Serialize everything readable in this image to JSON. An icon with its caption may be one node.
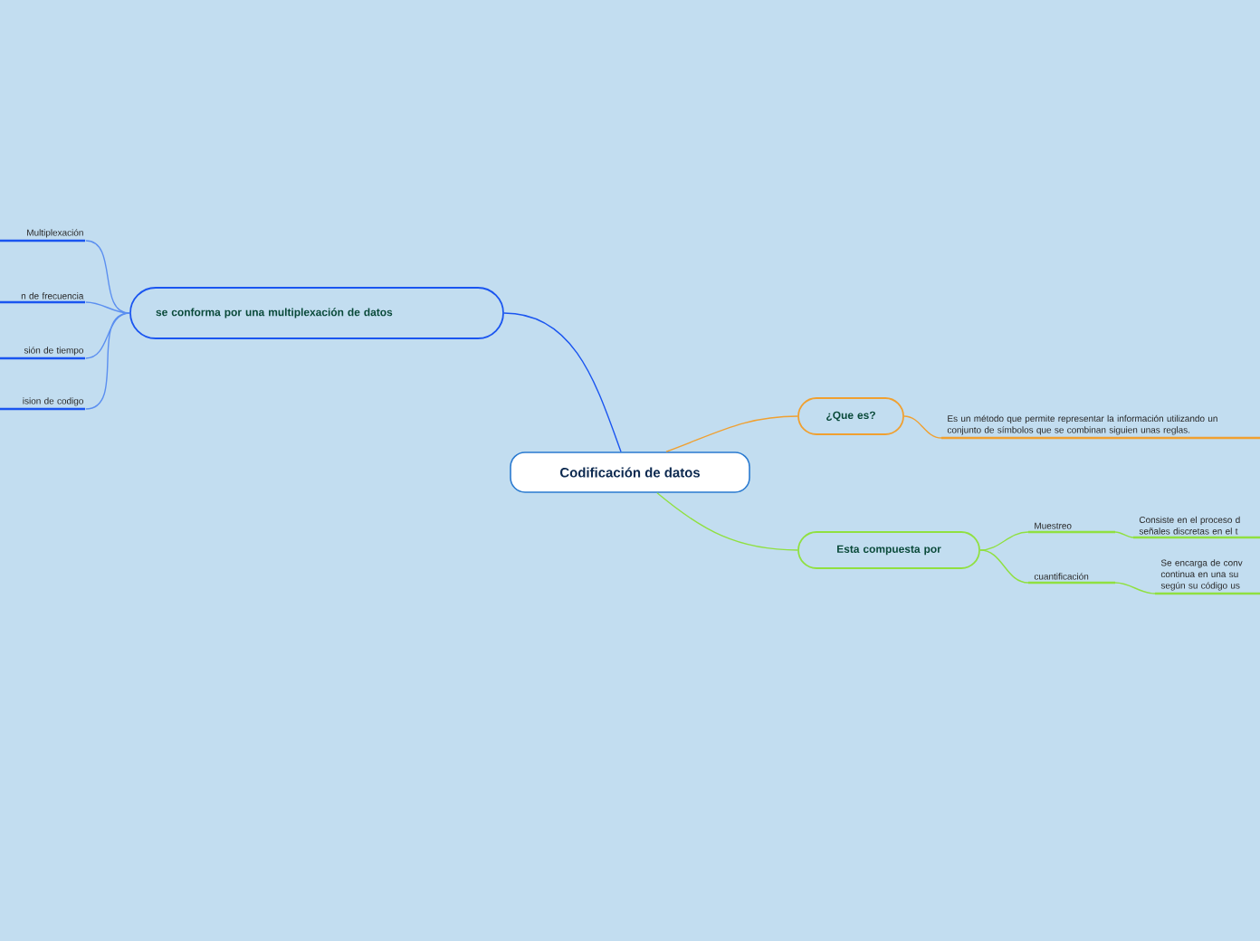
{
  "diagram": {
    "nodes": [
      {
        "text": [
          "Codificación de datos"
        ]
      },
      {
        "text": [
          "se conforma por una multiplexación de datos"
        ]
      },
      {
        "text": [
          "Multiplexación"
        ]
      },
      {
        "text": [
          "n de frecuencia"
        ]
      },
      {
        "text": [
          "sión de tiempo"
        ]
      },
      {
        "text": [
          "ision de codigo"
        ]
      },
      {
        "text": [
          "¿Que es?"
        ]
      },
      {
        "text": [
          "Es un método que permite representar la información utilizando un conjunto de símbolos que se combinan siguien unas reglas."
        ]
      },
      {
        "text": [
          "Esta compuesta por"
        ]
      },
      {
        "text": [
          "Muestreo"
        ]
      },
      {
        "text": [
          "Consiste en el proceso d señales discretas en el t"
        ]
      },
      {
        "text": [
          "cuantificación"
        ]
      },
      {
        "text": [
          "Se encarga de conv continua en una su según su código us"
        ]
      }
    ],
    "edges": [
      {
        "from": 0,
        "to": 1,
        "arrow": "none",
        "color": "#1a55f0"
      },
      {
        "from": 1,
        "to": 2,
        "arrow": "none",
        "color": "#5b8ff0"
      },
      {
        "from": 1,
        "to": 3,
        "arrow": "none",
        "color": "#5b8ff0"
      },
      {
        "from": 1,
        "to": 4,
        "arrow": "none",
        "color": "#5b8ff0"
      },
      {
        "from": 1,
        "to": 5,
        "arrow": "none",
        "color": "#5b8ff0"
      },
      {
        "from": 0,
        "to": 6,
        "arrow": "none",
        "color": "#f0a030"
      },
      {
        "from": 6,
        "to": 7,
        "arrow": "none",
        "color": "#f0a030"
      },
      {
        "from": 0,
        "to": 8,
        "arrow": "none"
      },
      {
        "from": 8,
        "to": 9,
        "arrow": "none"
      },
      {
        "from": 9,
        "to": 10,
        "arrow": "none"
      },
      {
        "from": 8,
        "to": 11,
        "arrow": "none"
      },
      {
        "from": 11,
        "to": 12,
        "arrow": "none"
      }
    ]
  }
}
